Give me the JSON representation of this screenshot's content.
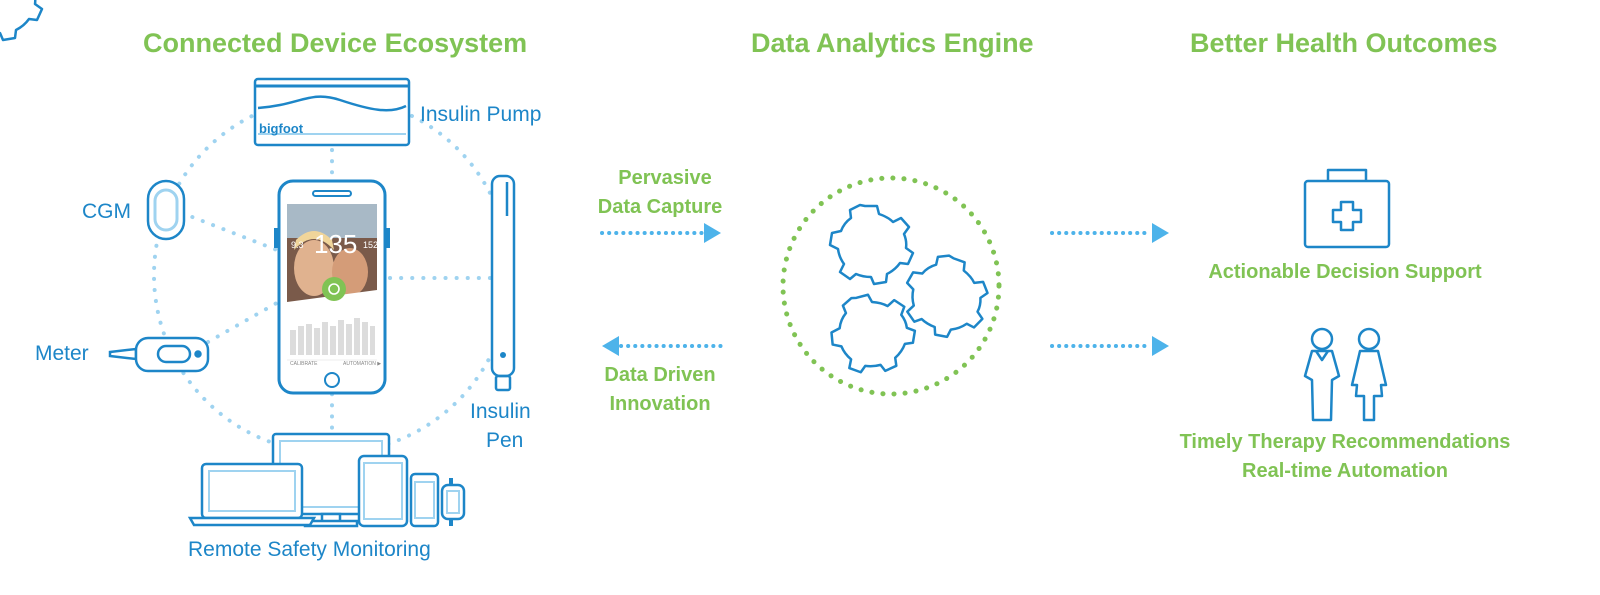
{
  "sections": {
    "devices": "Connected Device Ecosystem",
    "analytics": "Data Analytics Engine",
    "outcomes": "Better Health Outcomes"
  },
  "devices": {
    "insulin_pump": "Insulin Pump",
    "cgm": "CGM",
    "meter": "Meter",
    "insulin_pen_line1": "Insulin",
    "insulin_pen_line2": "Pen",
    "remote": "Remote Safety Monitoring",
    "pump_brand": "bigfoot"
  },
  "phone": {
    "glucose_value": "135",
    "left_value": "9.3",
    "right_value": "152",
    "footer_left": "CALIBRATE",
    "footer_right": "AUTOMATION ▶"
  },
  "flows": {
    "capture_line1": "Pervasive",
    "capture_line2": "Data Capture",
    "innovation_line1": "Data Driven",
    "innovation_line2": "Innovation"
  },
  "outcomes": {
    "decision_support": "Actionable Decision Support",
    "therapy_line1": "Timely Therapy Recommendations",
    "therapy_line2": "Real-time Automation"
  },
  "colors": {
    "green": "#80c354",
    "blue": "#1d86c8",
    "light_blue": "#9fd3f0",
    "arrow_blue": "#4db3ea"
  }
}
